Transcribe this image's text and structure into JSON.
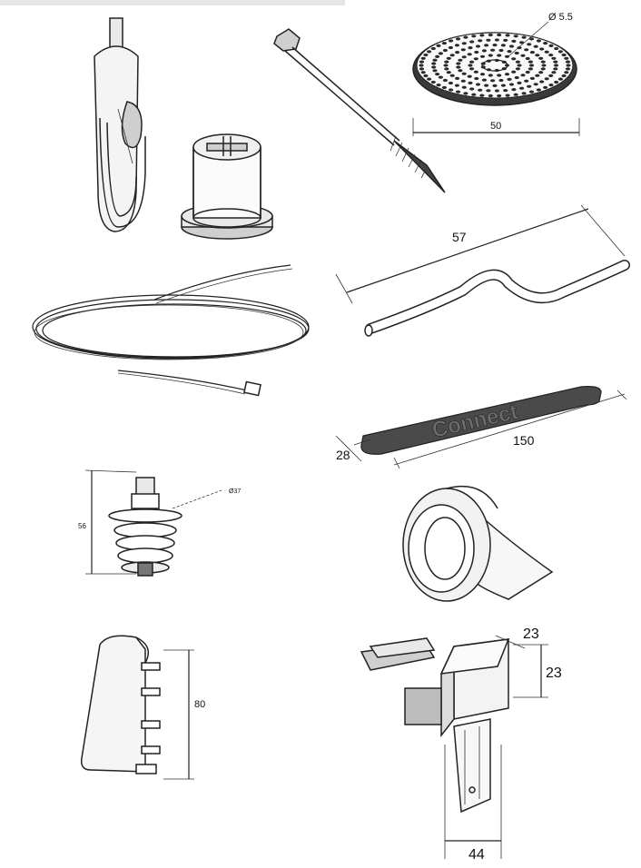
{
  "dimensions": {
    "washer_diameter": "Ø 5.5",
    "washer_width": "50",
    "rod_length": "57",
    "strip_label": "Connect",
    "strip_width": "28",
    "strip_length": "150",
    "spiral_height": "56",
    "spiral_diameter": "Ø37",
    "endcap_height": "80",
    "bracket_top": "23",
    "bracket_side": "23",
    "bracket_bottom": "44"
  },
  "colors": {
    "line": "#222222",
    "strip": "#4a4a4a"
  }
}
